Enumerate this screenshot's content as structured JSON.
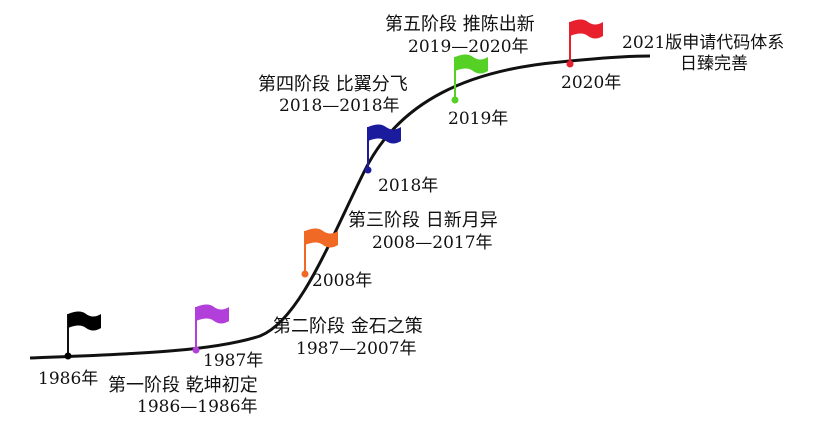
{
  "timeline": {
    "milestones": [
      {
        "year": "1986年",
        "flag_color": "#000000"
      },
      {
        "year": "1987年",
        "flag_color": "#b23fd9"
      },
      {
        "year": "2008年",
        "flag_color": "#f06a25"
      },
      {
        "year": "2018年",
        "flag_color": "#1b1b9e"
      },
      {
        "year": "2019年",
        "flag_color": "#55d025"
      },
      {
        "year": "2020年",
        "flag_color": "#e8202e"
      }
    ],
    "stages": [
      {
        "title": "第一阶段 乾坤初定",
        "range": "1986—1986年"
      },
      {
        "title": "第二阶段 金石之策",
        "range": "1987—2007年"
      },
      {
        "title": "第三阶段 日新月异",
        "range": "2008—2017年"
      },
      {
        "title": "第四阶段 比翼分飞",
        "range": "2018—2018年"
      },
      {
        "title": "第五阶段 推陈出新",
        "range": "2019—2020年"
      }
    ],
    "end_note": {
      "line1": "2021版申请代码体系",
      "line2": "日臻完善"
    }
  }
}
